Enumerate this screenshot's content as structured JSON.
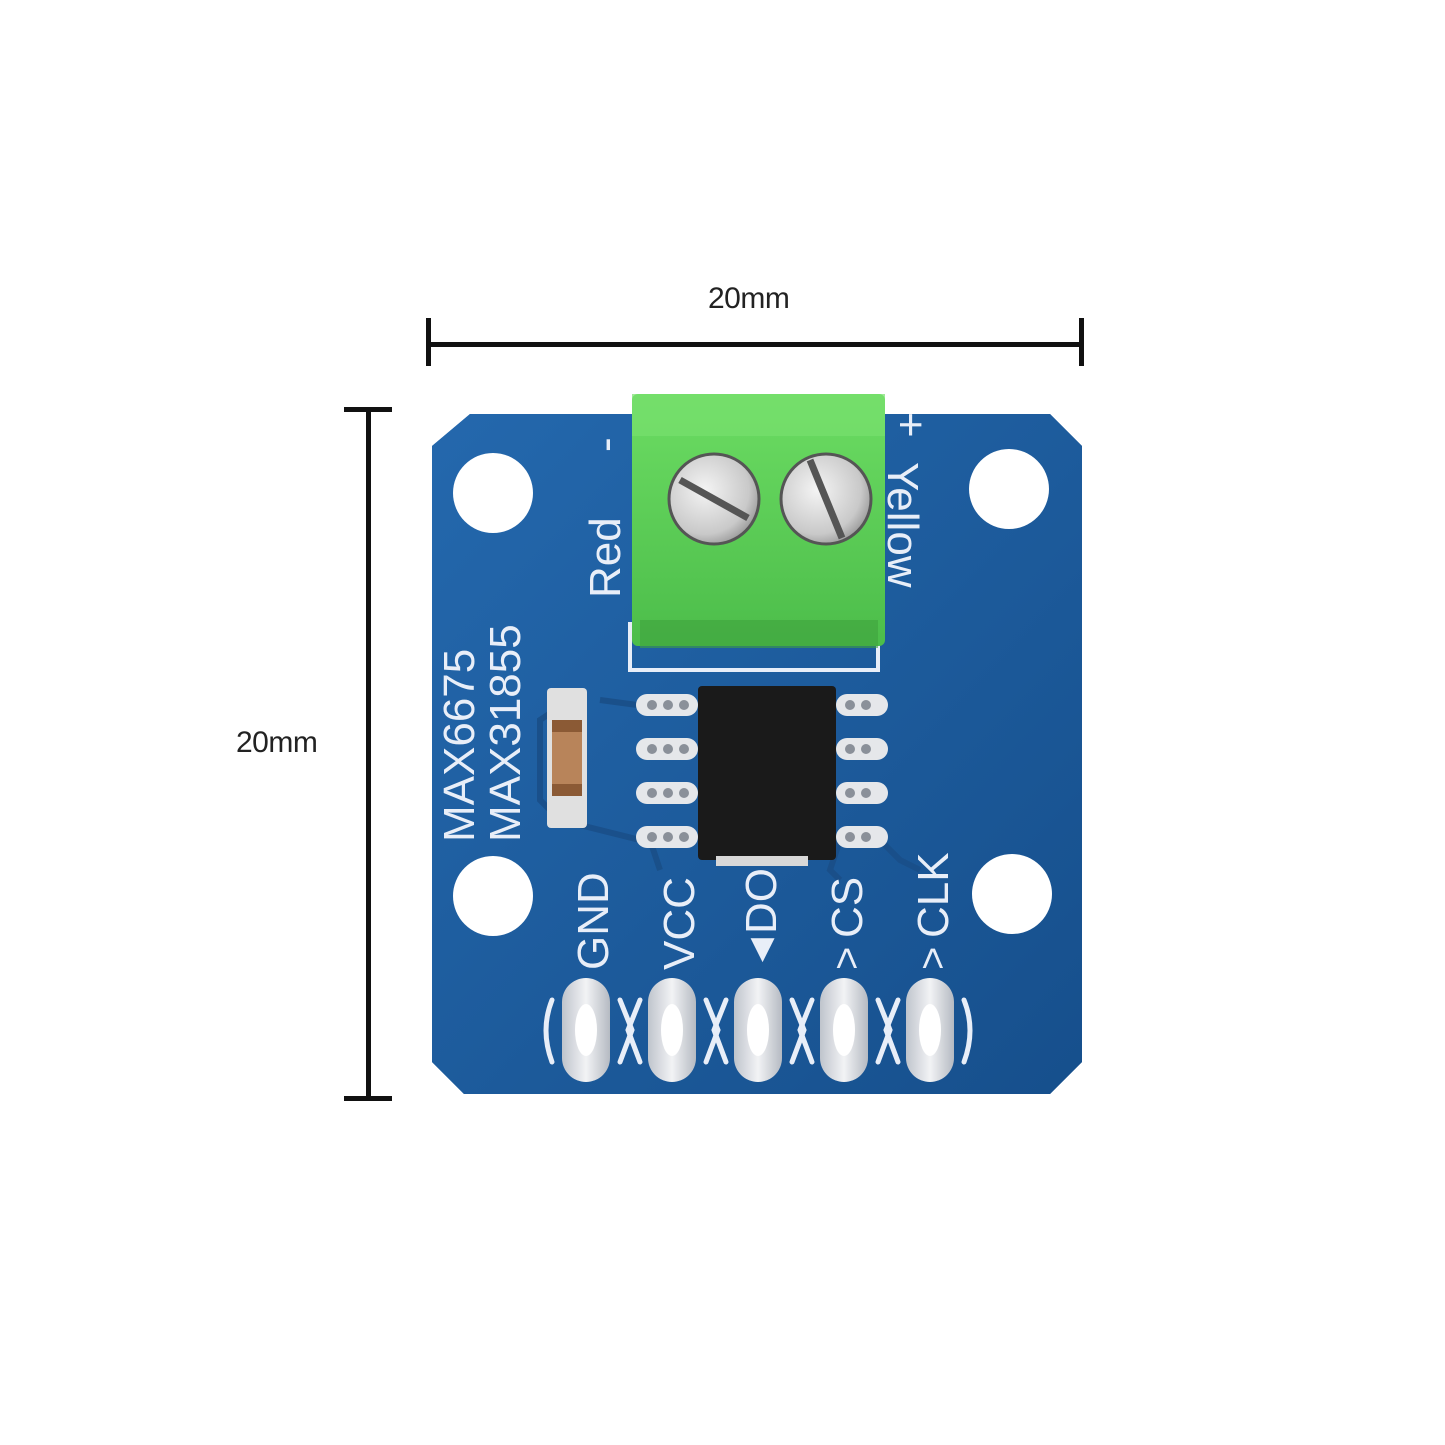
{
  "dimensions": {
    "width_label": "20mm",
    "height_label": "20mm"
  },
  "board": {
    "chip_labels": [
      "MAX6675",
      "MAX31855"
    ],
    "terminal_labels": {
      "left_wire": "Red",
      "right_wire": "Yellow",
      "left_polarity": "-",
      "right_polarity": "+"
    },
    "pins": [
      "GND",
      "VCC",
      "DO",
      "CS",
      "CLK"
    ],
    "pin_markers": {
      "DO": "◄",
      "CS": ">",
      "CLK": ">"
    },
    "colors": {
      "pcb": "#1d5a9a",
      "terminal": "#5fd05a",
      "chip": "#1a1a1a",
      "silkscreen": "#e8eef8"
    }
  }
}
